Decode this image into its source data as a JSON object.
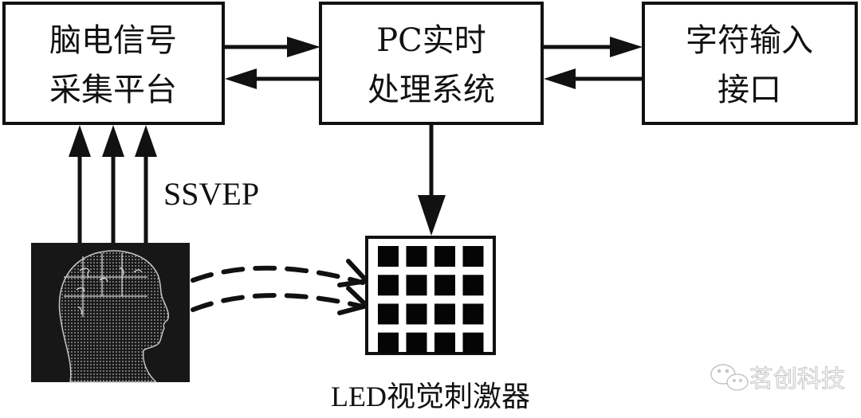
{
  "diagram": {
    "blocks": [
      {
        "id": "eeg",
        "lines": [
          "脑电信号",
          "采集平台"
        ]
      },
      {
        "id": "pc",
        "lines": [
          "PC实时",
          "处理系统"
        ]
      },
      {
        "id": "input",
        "lines": [
          "字符输入",
          "接口"
        ]
      }
    ],
    "signal_label": "SSVEP",
    "led_label": "LED视觉刺激器",
    "led_grid": {
      "rows": 4,
      "cols": 4
    },
    "head_image": "human-head-puzzle-brain",
    "watermark": {
      "icon": "wechat-icon",
      "text": "茗创科技"
    },
    "connections": [
      {
        "from": "eeg",
        "to": "pc",
        "type": "arrow"
      },
      {
        "from": "pc",
        "to": "eeg",
        "type": "arrow"
      },
      {
        "from": "pc",
        "to": "input",
        "type": "arrow"
      },
      {
        "from": "input",
        "to": "pc",
        "type": "arrow"
      },
      {
        "from": "pc",
        "to": "led",
        "type": "arrow"
      },
      {
        "from": "head",
        "to": "eeg",
        "type": "arrow",
        "count": 3,
        "label": "SSVEP"
      },
      {
        "from": "head",
        "to": "led",
        "type": "dashed-arrow",
        "count": 2
      }
    ]
  }
}
